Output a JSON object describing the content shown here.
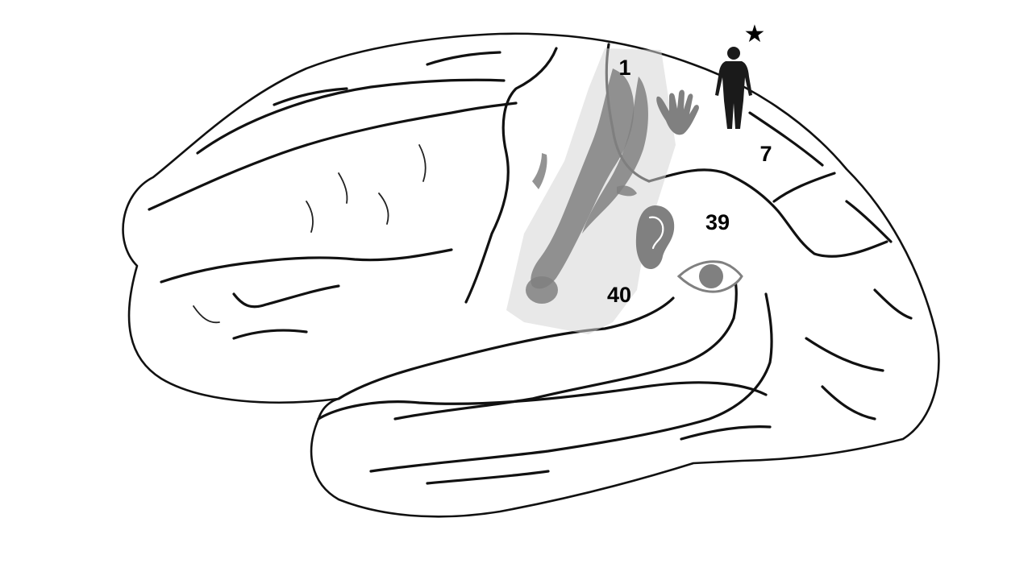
{
  "areas": {
    "area_1": "1",
    "area_7": "7",
    "area_39": "39",
    "area_40": "40"
  },
  "marker": {
    "star": "★"
  },
  "colors": {
    "outline": "#111111",
    "overlay_gray": "#808080",
    "figure_black": "#1a1a1a"
  },
  "icons": [
    "homunculus-icon",
    "hand-icon",
    "human-figure-icon",
    "ear-icon",
    "eye-icon",
    "star-icon"
  ]
}
